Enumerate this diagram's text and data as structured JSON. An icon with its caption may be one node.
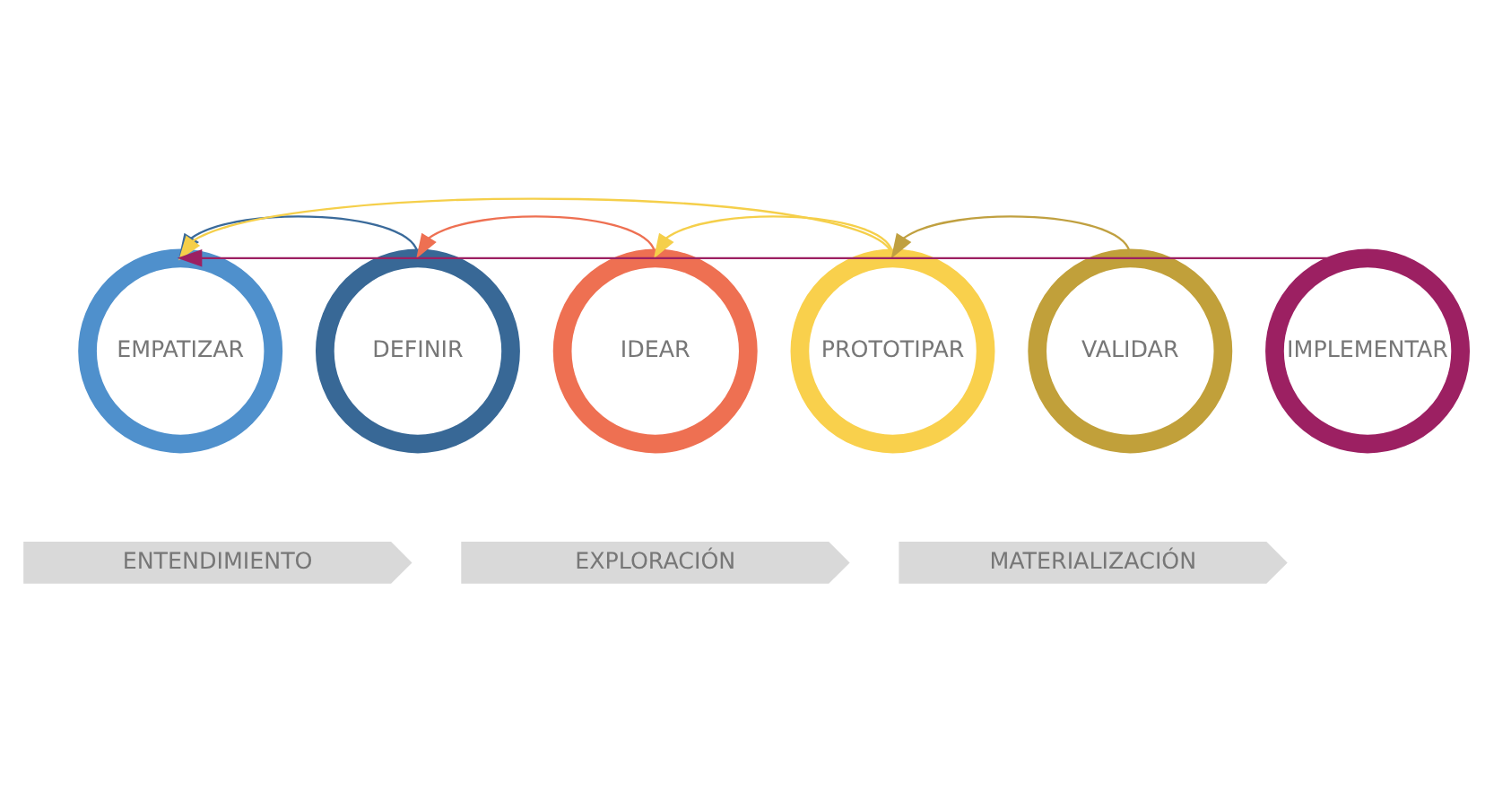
{
  "diagram": {
    "nodes": [
      {
        "text": [
          "EMPATIZAR"
        ]
      },
      {
        "text": [
          "DEFINIR"
        ]
      },
      {
        "text": [
          "IDEAR"
        ]
      },
      {
        "text": [
          "PROTOTIPAR"
        ]
      },
      {
        "text": [
          "VALIDAR"
        ]
      },
      {
        "text": [
          "IMPLEMENTAR"
        ]
      },
      {
        "text": [
          "ENTENDIMIENTO"
        ]
      },
      {
        "text": [
          "EXPLORACIÓN"
        ]
      },
      {
        "text": [
          "MATERIALIZACIÓN"
        ]
      }
    ],
    "edges": [
      {
        "from": 1,
        "to": 0,
        "arrow": "to",
        "color": "#3a6a9a"
      },
      {
        "from": 2,
        "to": 1,
        "arrow": "to",
        "color": "#ee7052"
      },
      {
        "from": 3,
        "to": 2,
        "arrow": "to",
        "color": "#f5cf4a"
      },
      {
        "from": 4,
        "to": 3,
        "arrow": "to",
        "color": "#c0a040"
      },
      {
        "from": 3,
        "to": 0,
        "arrow": "to",
        "color": "#f5cf4a"
      },
      {
        "from": 5,
        "to": 0,
        "arrow": "to",
        "color": "#9c2062"
      }
    ]
  }
}
